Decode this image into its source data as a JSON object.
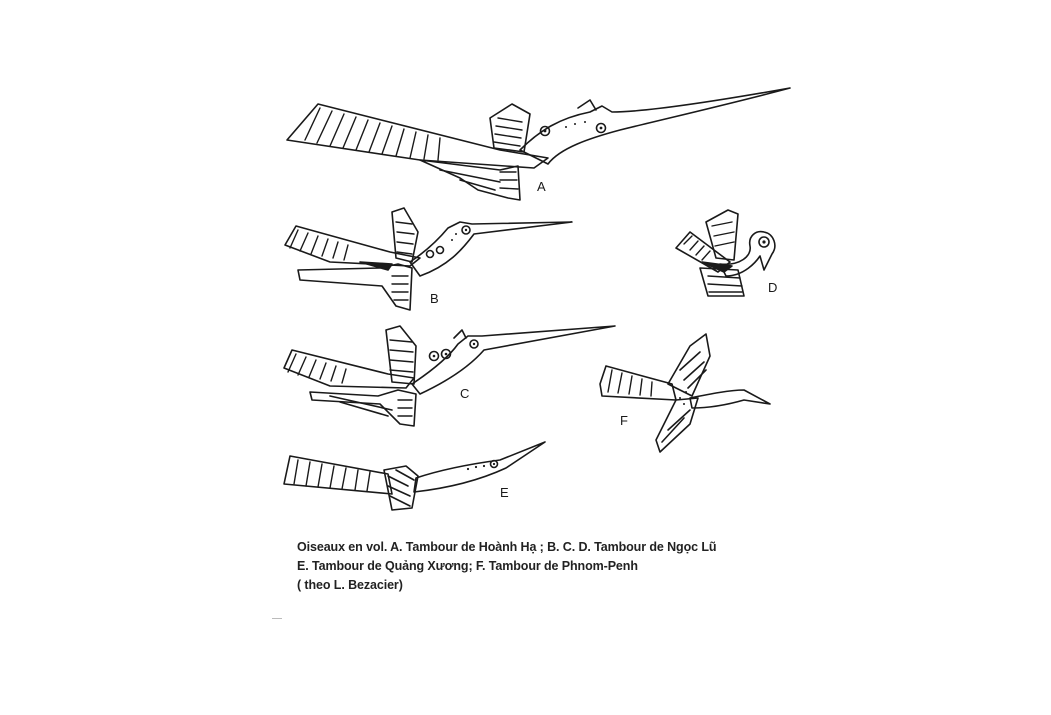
{
  "figure": {
    "labels": {
      "a": "A",
      "b": "B",
      "c": "C",
      "d": "D",
      "e": "E",
      "f": "F"
    }
  },
  "caption": {
    "line1": "Oiseaux en vol. A. Tambour de Hoành Hạ ; B. C. D. Tambour de Ngọc Lũ",
    "line2": "E. Tambour de Quảng Xương;  F. Tambour de Phnom-Penh",
    "line3": "( theo L. Bezacier)"
  }
}
